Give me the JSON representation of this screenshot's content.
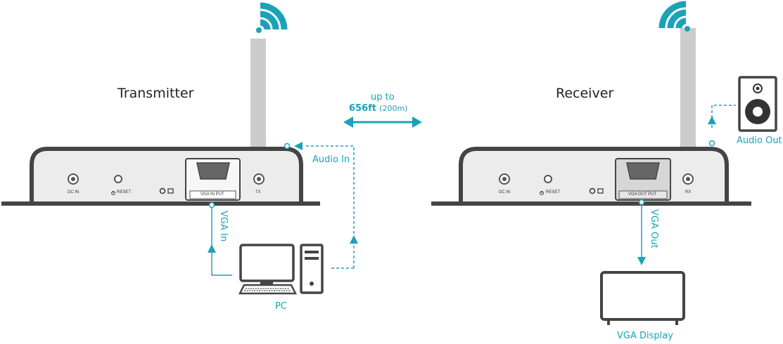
{
  "transmitter": {
    "title": "Transmitter",
    "dc_label": "DC IN",
    "reset_label": "RESET",
    "port_label": "VGA IN PUT",
    "antenna_label": "TX"
  },
  "receiver": {
    "title": "Receiver",
    "dc_label": "DC IN",
    "reset_label": "RESET",
    "port_label": "VGA OUT PUT",
    "antenna_label": "RX"
  },
  "range": {
    "line1": "up to",
    "distance": "656ft",
    "metric": "(200m)"
  },
  "links": {
    "audio_in": "Audio In",
    "vga_in": "VGA In",
    "vga_out": "VGA Out",
    "audio_out": "Audio Out"
  },
  "devices": {
    "pc": "PC",
    "display": "VGA Display"
  },
  "colors": {
    "accent": "#1aa3b8",
    "device_body": "#ececec",
    "outline": "#444444",
    "antenna": "#cccccc"
  }
}
